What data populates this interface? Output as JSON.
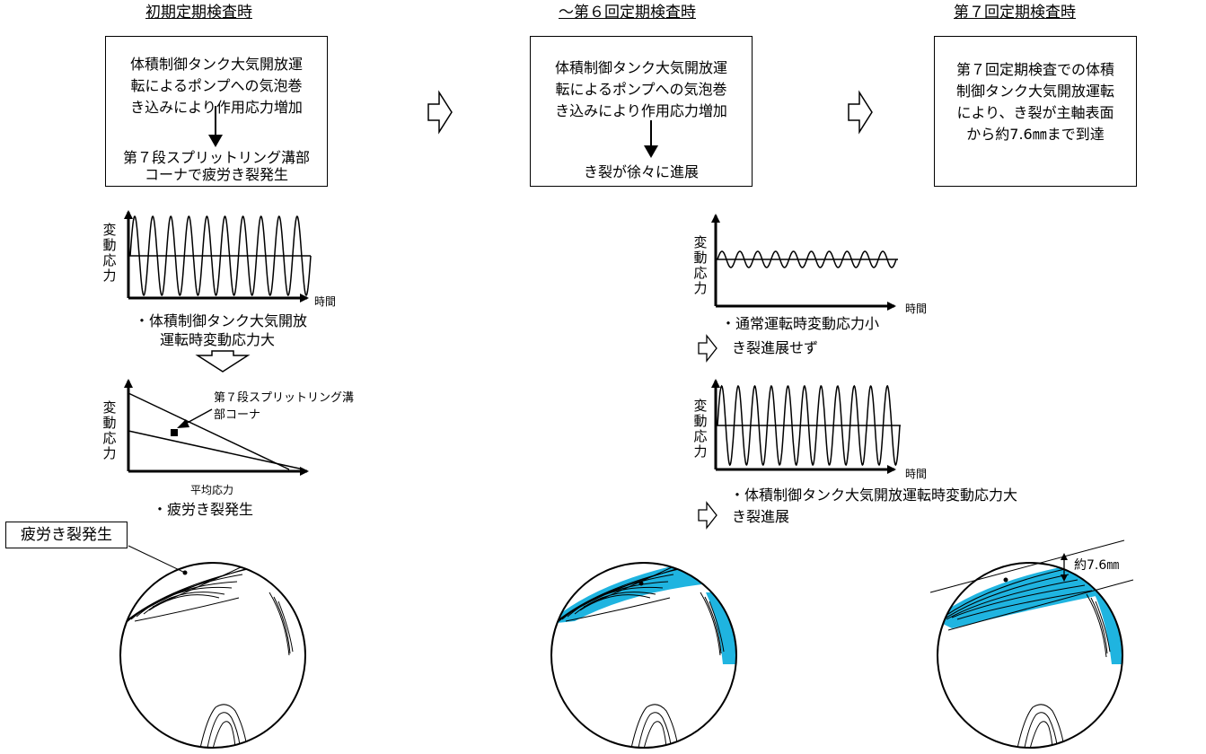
{
  "columns": [
    {
      "heading": "初期定期検査時",
      "box": {
        "lines": [
          "体積制御タンク大気開放運",
          "転によるポンプへの気泡巻",
          "き込みにより作用応力増加"
        ],
        "result_lines": [
          "第７段スプリットリング溝部",
          "コーナで疲労き裂発生"
        ]
      }
    },
    {
      "heading": "～第６回定期検査時",
      "box": {
        "lines": [
          "体積制御タンク大気開放運",
          "転によるポンプへの気泡巻",
          "き込みにより作用応力増加"
        ],
        "result_lines": [
          "き裂が徐々に進展"
        ]
      }
    },
    {
      "heading": "第７回定期検査時",
      "box": {
        "lines": [
          "第７回定期検査での体積",
          "制御タンク大気開放運転",
          "により、き裂が主軸表面",
          "から約7.6㎜まで到達"
        ]
      }
    }
  ],
  "graphs": {
    "y_axis_label": "変動応力",
    "x_axis_label": "時間",
    "g1_caption_lines": [
      "・体積制御タンク大気開放",
      "運転時変動応力大"
    ],
    "g3_caption": "・通常運転時変動応力小",
    "g3_result": "き裂進展せず",
    "g4_caption": "・体積制御タンク大気開放運転時変動応力大",
    "g4_result": "き裂進展"
  },
  "goodman": {
    "y_axis_label": "変動応力",
    "x_axis_label": "平均応力",
    "point_label_lines": [
      "第７段スプリットリング溝",
      "部コーナ"
    ],
    "caption": "・疲労き裂発生"
  },
  "crack_section": {
    "callout_label": "疲労き裂発生",
    "depth_label": "約7.6㎜",
    "crack_fill_color": "#1fb4e0"
  },
  "colors": {
    "line": "#000000",
    "background": "#ffffff"
  }
}
